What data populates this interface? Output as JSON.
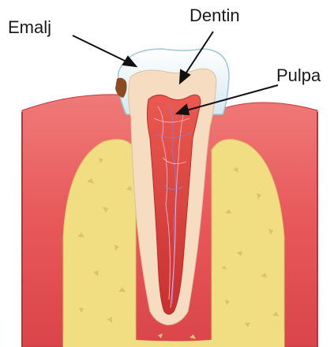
{
  "labels": {
    "enamel": "Emalj",
    "dentin": "Dentin",
    "pulp": "Pulpa"
  },
  "colors": {
    "gum": "#e8585a",
    "gum_dark": "#c4393d",
    "bone": "#f1dd82",
    "bone_pore": "#dcc26a",
    "enamel": "#eef7fb",
    "dentin": "#f6dcc0",
    "pulp": "#e0463f",
    "caries": "#8a4a22",
    "pointer": "#111111"
  }
}
